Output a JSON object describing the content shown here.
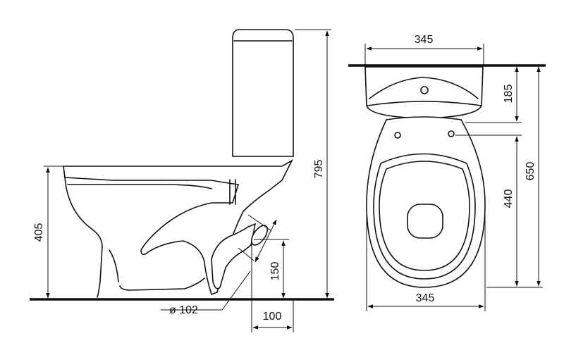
{
  "dimensions": {
    "side_total_height": "795",
    "side_seat_height": "405",
    "side_outlet_height": "150",
    "side_outlet_offset": "100",
    "side_outlet_diameter": "ø 102",
    "top_tank_width": "345",
    "top_tank_depth": "185",
    "top_total_length": "650",
    "top_bowl_length": "440",
    "top_bowl_width": "345"
  },
  "colors": {
    "line": "#111111",
    "background": "#ffffff"
  }
}
